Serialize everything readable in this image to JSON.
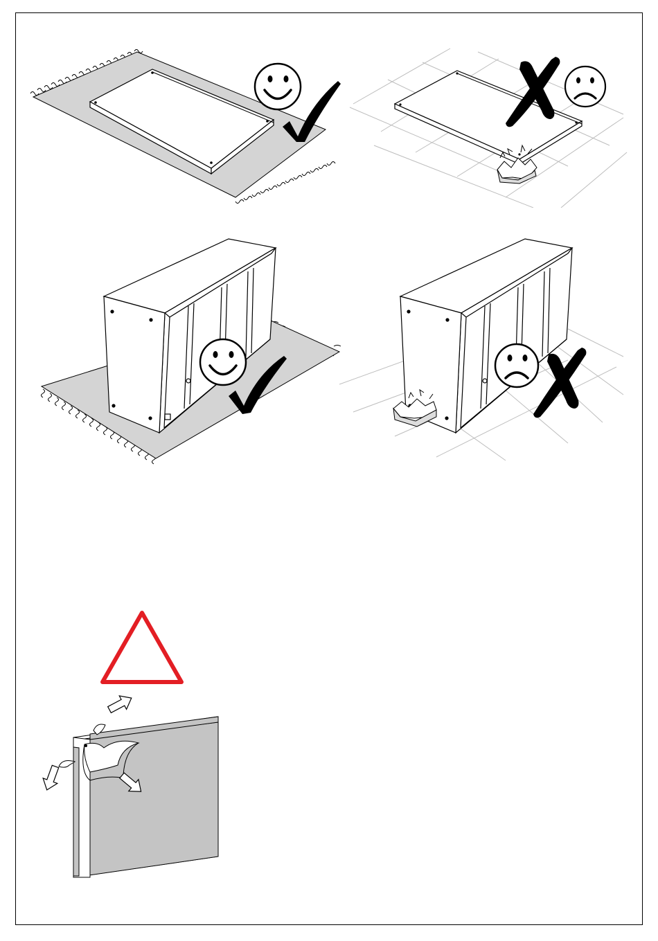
{
  "document": {
    "type": "assembly-instructions-page",
    "printed_text": []
  },
  "colors": {
    "line": "#000000",
    "floor_mat": "#d4d4d4",
    "grid": "#bdbdbd",
    "protective_film": "#c4c4c4",
    "warning_red": "#e31e24",
    "paper": "#ffffff"
  },
  "panels": [
    {
      "id": "flat-panel-on-mat",
      "subject": "board",
      "surface": "mat",
      "mood": "happy-face-icon",
      "verdict": "check-mark-icon",
      "correct": true
    },
    {
      "id": "flat-panel-on-hard-floor",
      "subject": "board",
      "surface": "hard-floor",
      "mood": "sad-face-icon",
      "verdict": "cross-mark-icon",
      "correct": false
    },
    {
      "id": "cabinet-on-mat",
      "subject": "cabinet",
      "surface": "mat",
      "mood": "happy-face-icon",
      "verdict": "check-mark-icon",
      "correct": true
    },
    {
      "id": "cabinet-on-hard-floor",
      "subject": "cabinet",
      "surface": "hard-floor",
      "mood": "sad-face-icon",
      "verdict": "cross-mark-icon",
      "correct": false
    }
  ],
  "warning": {
    "icon": "warning-triangle-icon",
    "detail_icon": "peel-protective-film-icon",
    "arrow_icons": [
      "arrow-up-right-icon",
      "arrow-down-left-icon",
      "arrow-down-right-icon"
    ]
  }
}
